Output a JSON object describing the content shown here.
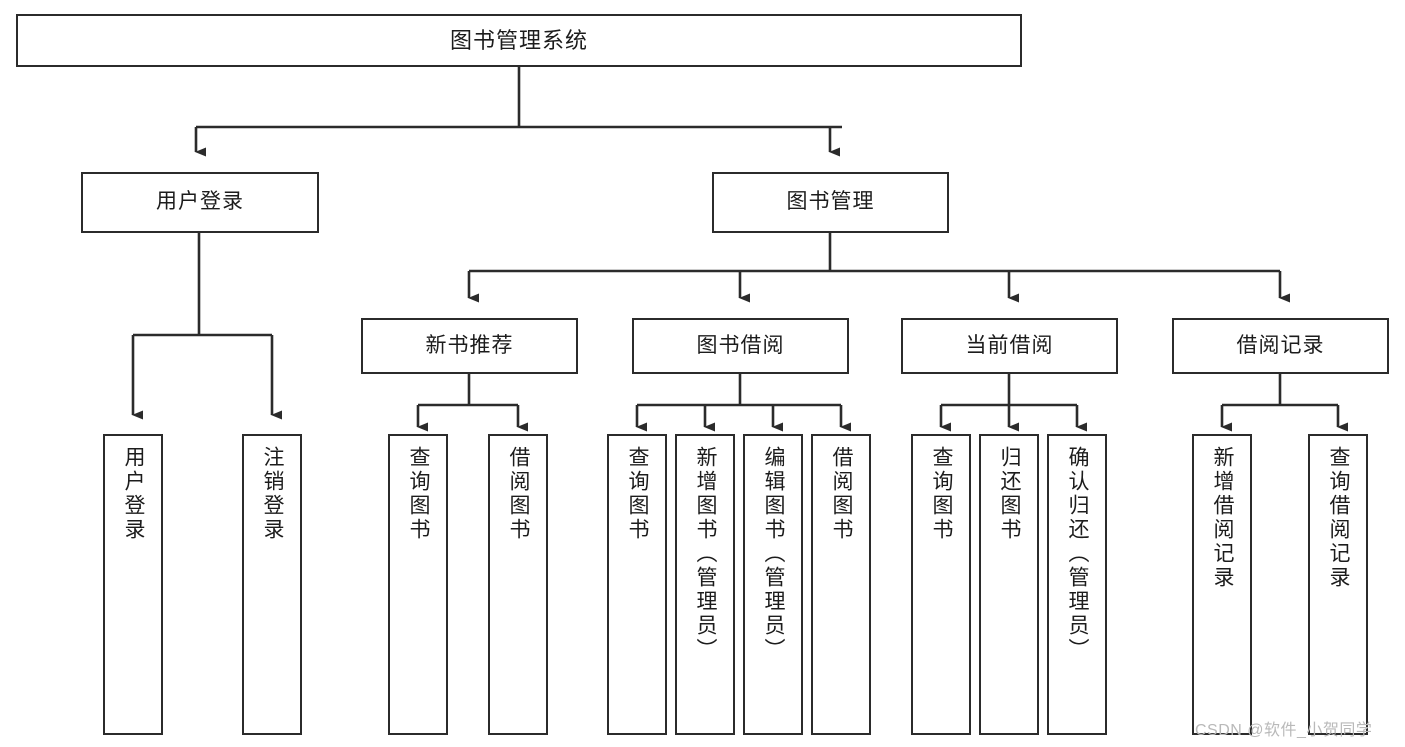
{
  "diagram": {
    "type": "hierarchy-tree",
    "title": "图书管理系统",
    "orientation": "top-down",
    "stroke_color": "#2b2b2b",
    "fill_color": "#ffffff",
    "text_color": "#1c1c1c"
  },
  "nodes": {
    "root": {
      "label": "图书管理系统",
      "level": 0
    },
    "level2": [
      {
        "id": "user-login",
        "label": "用户登录"
      },
      {
        "id": "book-manage",
        "label": "图书管理"
      }
    ],
    "level3": [
      {
        "id": "new-book-recommend",
        "label": "新书推荐"
      },
      {
        "id": "book-borrow",
        "label": "图书借阅"
      },
      {
        "id": "current-borrow",
        "label": "当前借阅"
      },
      {
        "id": "borrow-record",
        "label": "借阅记录"
      }
    ],
    "leaves": {
      "user_login": [
        {
          "id": "leaf-user-login",
          "label": "用户登录"
        },
        {
          "id": "leaf-logout",
          "label": "注销登录"
        }
      ],
      "new_book_recommend": [
        {
          "id": "leaf-query-book-1",
          "label": "查询图书"
        },
        {
          "id": "leaf-borrow-book-1",
          "label": "借阅图书"
        }
      ],
      "book_borrow": [
        {
          "id": "leaf-query-book-2",
          "label": "查询图书"
        },
        {
          "id": "leaf-add-book",
          "label": "新增图书（管理员）"
        },
        {
          "id": "leaf-edit-book",
          "label": "编辑图书（管理员）"
        },
        {
          "id": "leaf-borrow-book-2",
          "label": "借阅图书"
        }
      ],
      "current_borrow": [
        {
          "id": "leaf-query-book-3",
          "label": "查询图书"
        },
        {
          "id": "leaf-return-book",
          "label": "归还图书"
        },
        {
          "id": "leaf-confirm-return",
          "label": "确认归还（管理员）"
        }
      ],
      "borrow_record": [
        {
          "id": "leaf-add-record",
          "label": "新增借阅记录"
        },
        {
          "id": "leaf-query-record",
          "label": "查询借阅记录"
        }
      ]
    }
  },
  "watermark": {
    "text": "CSDN @软件_小贺同学"
  }
}
